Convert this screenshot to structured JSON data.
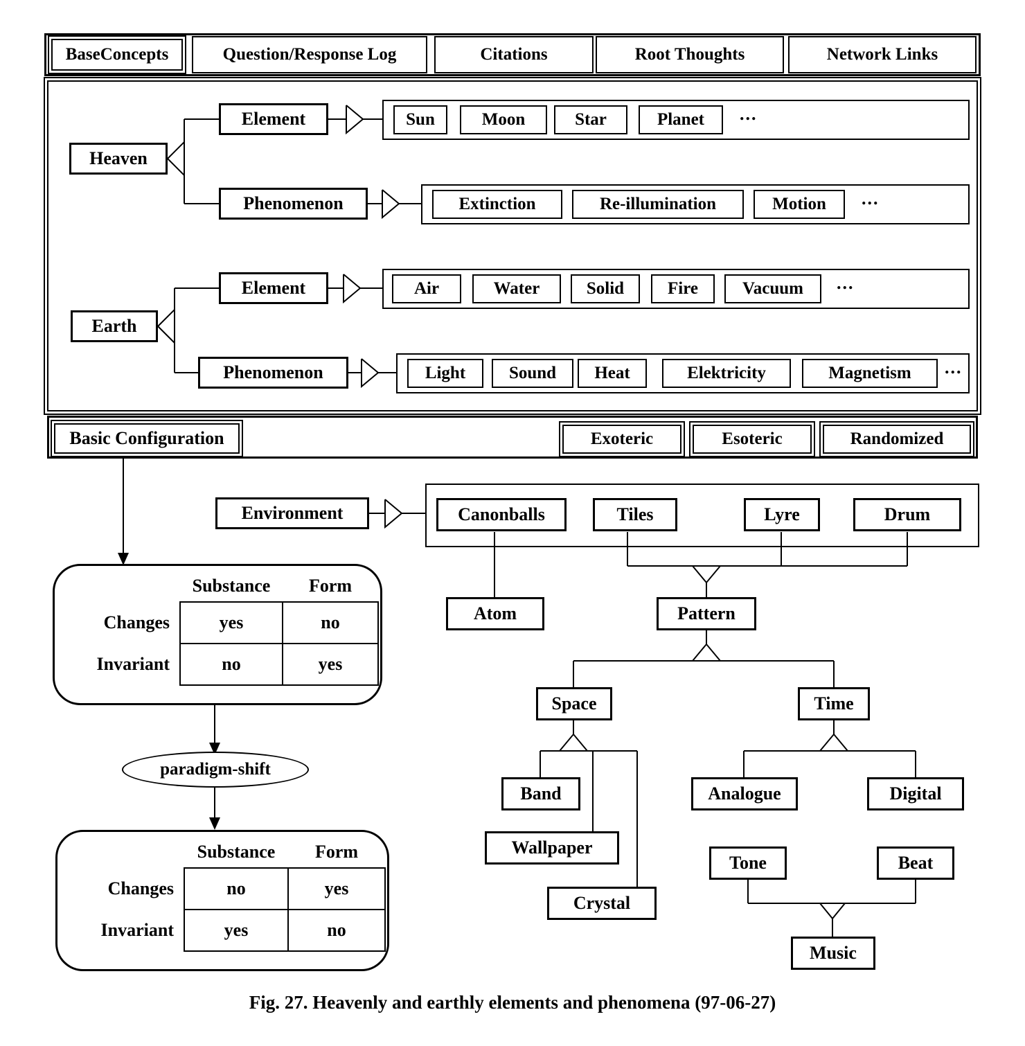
{
  "figure": {
    "caption": "Fig. 27. Heavenly and earthly elements and phenomena (97-06-27)"
  },
  "tabbar": {
    "tabs": [
      {
        "label": "BaseConcepts",
        "selected": true
      },
      {
        "label": "Question/Response Log",
        "selected": false
      },
      {
        "label": "Citations",
        "selected": false
      },
      {
        "label": "Root Thoughts",
        "selected": false
      },
      {
        "label": "Network Links",
        "selected": false
      }
    ]
  },
  "taxonomy": {
    "roots": [
      {
        "name": "Heaven",
        "categories": [
          {
            "name": "Element",
            "items": [
              "Sun",
              "Moon",
              "Star",
              "Planet"
            ],
            "more": "..."
          },
          {
            "name": "Phenomenon",
            "items": [
              "Extinction",
              "Re-illumination",
              "Motion"
            ],
            "more": "..."
          }
        ]
      },
      {
        "name": "Earth",
        "categories": [
          {
            "name": "Element",
            "items": [
              "Air",
              "Water",
              "Solid",
              "Fire",
              "Vacuum"
            ],
            "more": "..."
          },
          {
            "name": "Phenomenon",
            "items": [
              "Light",
              "Sound",
              "Heat",
              "Elektricity",
              "Magnetism"
            ],
            "more": "..."
          }
        ]
      }
    ]
  },
  "configbar": {
    "selected_tab": "Basic Configuration",
    "modes": [
      {
        "label": "Exoteric"
      },
      {
        "label": "Esoteric"
      },
      {
        "label": "Randomized"
      }
    ]
  },
  "environment": {
    "name": "Environment",
    "items": [
      "Canonballs",
      "Tiles",
      "Lyre",
      "Drum"
    ]
  },
  "concepts": {
    "atom": "Atom",
    "pattern": "Pattern",
    "space": "Space",
    "time": "Time",
    "band": "Band",
    "wallpaper": "Wallpaper",
    "crystal": "Crystal",
    "analogue": "Analogue",
    "digital": "Digital",
    "tone": "Tone",
    "beat": "Beat",
    "music": "Music"
  },
  "matrix_before": {
    "col_headers": [
      "Substance",
      "Form"
    ],
    "rows": [
      {
        "label": "Changes",
        "values": [
          "yes",
          "no"
        ]
      },
      {
        "label": "Invariant",
        "values": [
          "no",
          "yes"
        ]
      }
    ]
  },
  "transition": {
    "label": "paradigm-shift"
  },
  "matrix_after": {
    "col_headers": [
      "Substance",
      "Form"
    ],
    "rows": [
      {
        "label": "Changes",
        "values": [
          "no",
          "yes"
        ]
      },
      {
        "label": "Invariant",
        "values": [
          "yes",
          "no"
        ]
      }
    ]
  },
  "colors": {
    "ink": "#000000",
    "paper": "#ffffff"
  }
}
